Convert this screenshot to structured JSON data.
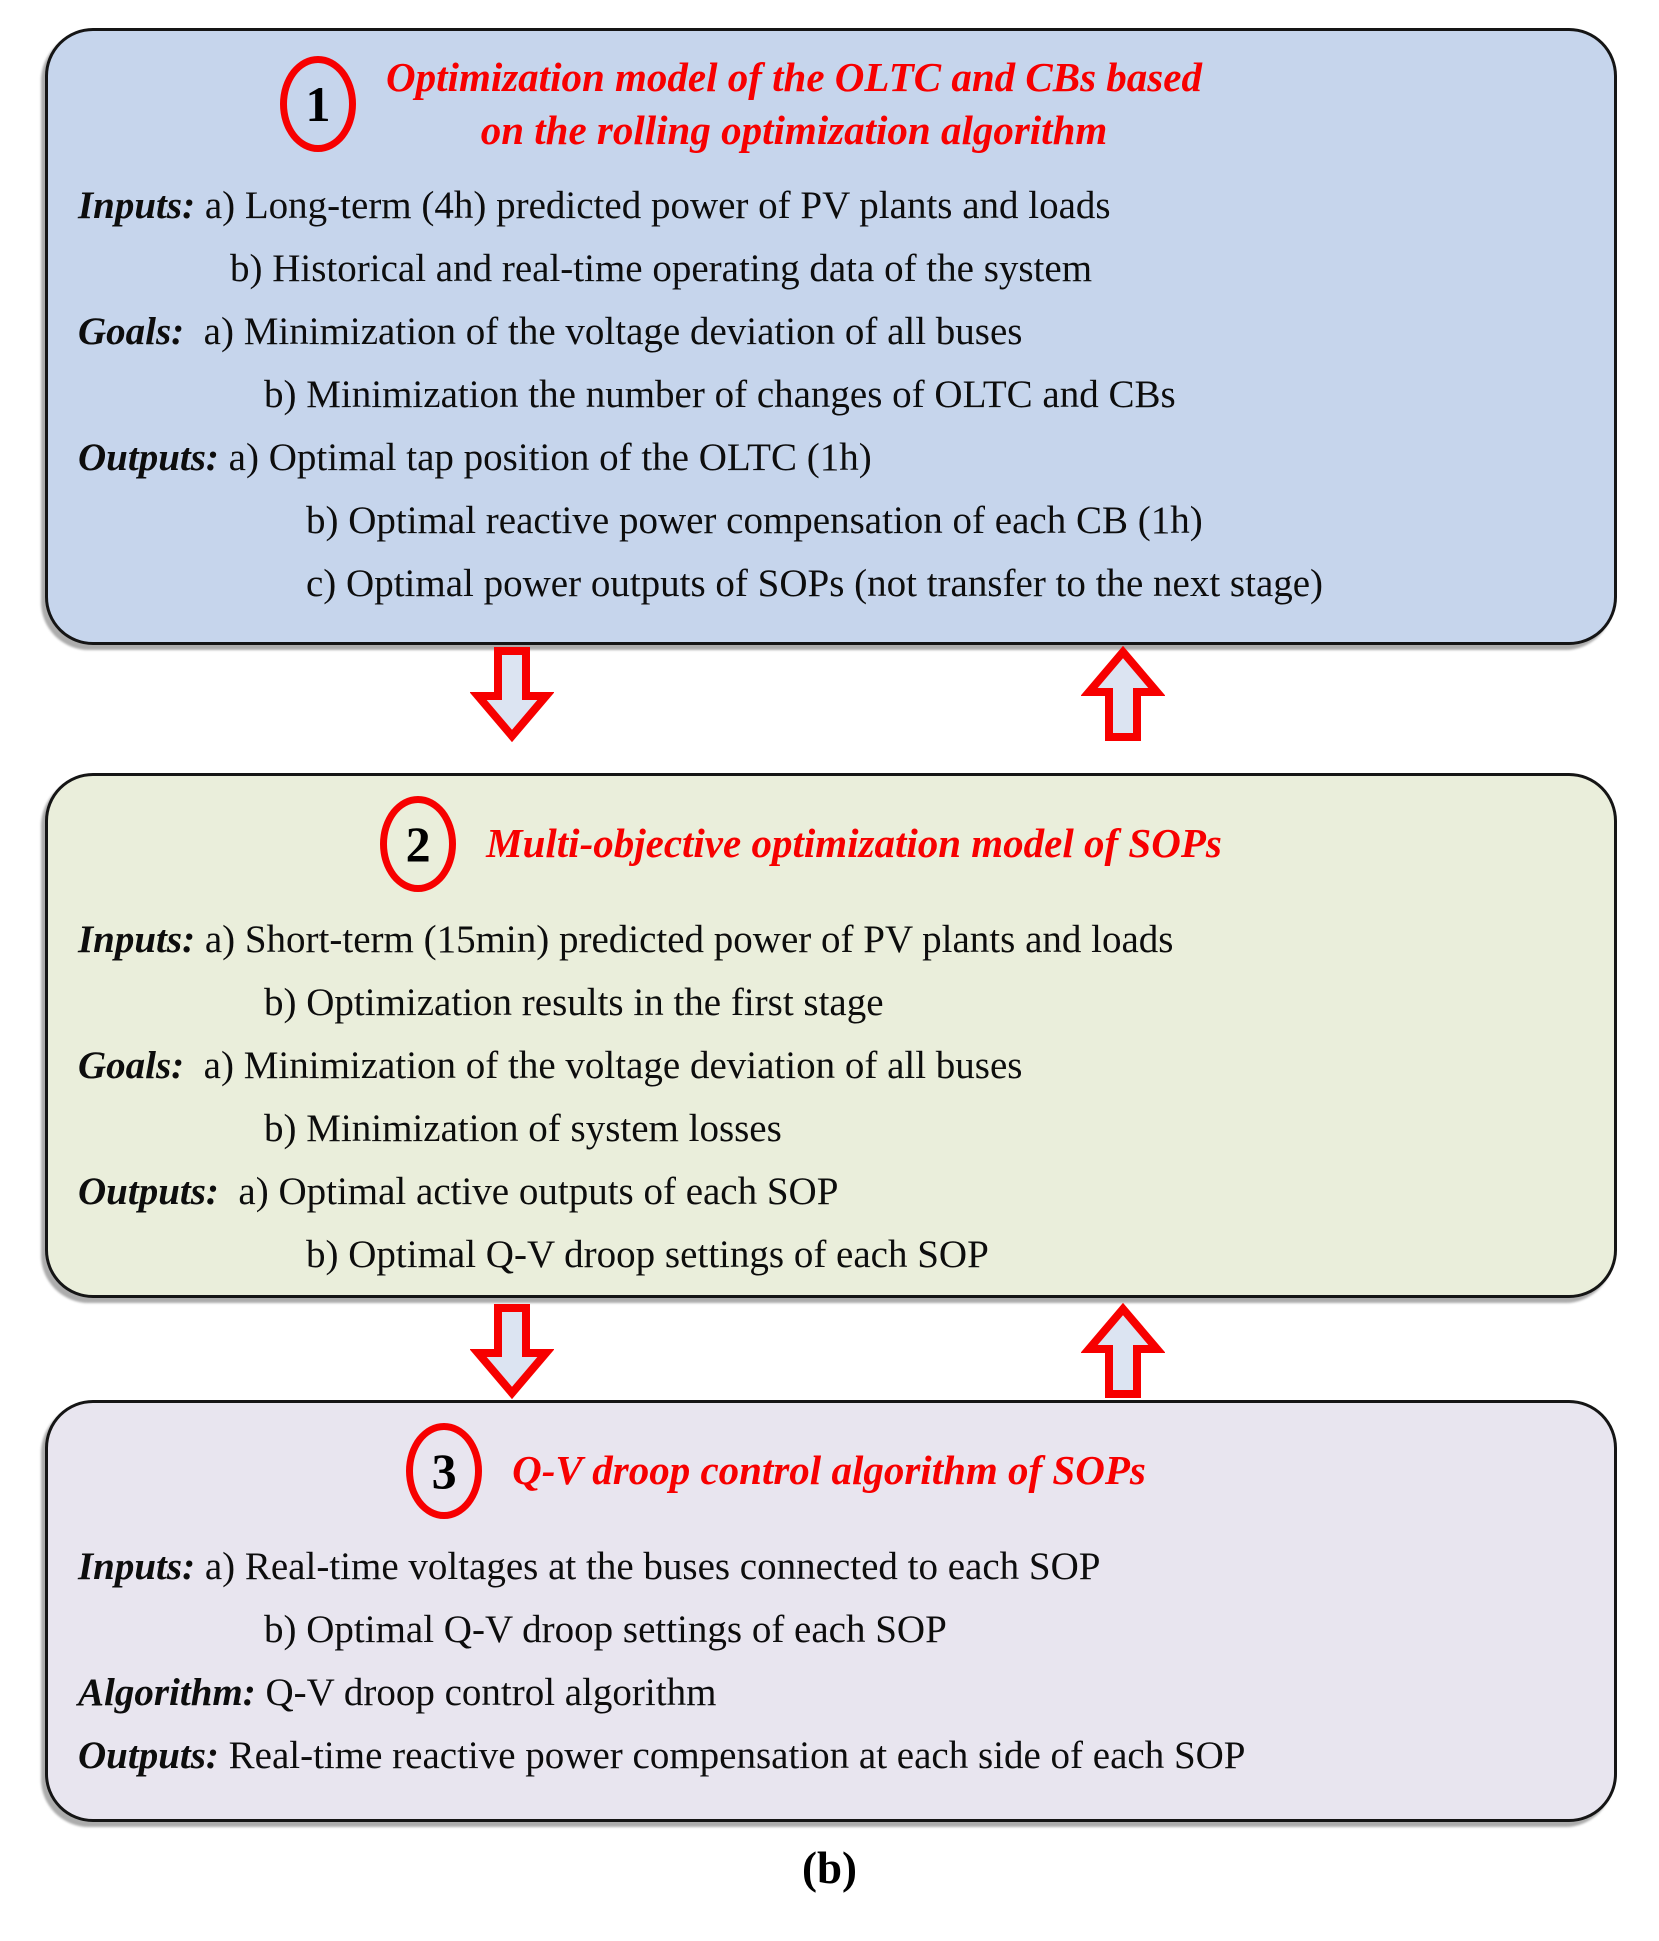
{
  "figure": {
    "caption": "(b)",
    "colors": {
      "stage1_bg": "#c6d5ec",
      "stage2_bg": "#eaeedb",
      "stage3_bg": "#e8e5ef",
      "arrow_fill": "#dce4f2",
      "accent_red": "#f70000",
      "border": "#151515",
      "text": "#0d0d0d"
    },
    "icons": {
      "down_arrow": "block-arrow-down",
      "up_arrow": "block-arrow-up"
    },
    "stages": [
      {
        "number": "1",
        "title_lines": [
          "Optimization model of the OLTC and CBs based",
          "on the rolling optimization algorithm"
        ],
        "lines": [
          {
            "label": "Inputs:",
            "text": " a) Long-term (4h) predicted power of PV plants and loads"
          },
          {
            "text": "b) Historical and real-time operating data of the system"
          },
          {
            "label": "Goals:",
            "text": "  a) Minimization of the voltage deviation of all buses"
          },
          {
            "text": "b) Minimization the number of changes of OLTC and CBs"
          },
          {
            "label": "Outputs:",
            "text": " a) Optimal tap position of the OLTC (1h)"
          },
          {
            "text": "b) Optimal reactive power compensation of each CB (1h)"
          },
          {
            "text": "c) Optimal power outputs of SOPs (not transfer to the next stage)"
          }
        ]
      },
      {
        "number": "2",
        "title_lines": [
          "Multi-objective optimization model of SOPs"
        ],
        "lines": [
          {
            "label": "Inputs:",
            "text": " a) Short-term (15min) predicted power of PV plants and loads"
          },
          {
            "text": "b) Optimization results in the first stage"
          },
          {
            "label": "Goals:",
            "text": "  a) Minimization of the voltage deviation of all buses"
          },
          {
            "text": "b) Minimization of system losses"
          },
          {
            "label": "Outputs:",
            "text": "  a) Optimal active outputs of each SOP"
          },
          {
            "text": "b) Optimal Q-V droop settings of each SOP"
          }
        ]
      },
      {
        "number": "3",
        "title_lines": [
          "Q-V droop control algorithm of SOPs"
        ],
        "lines": [
          {
            "label": "Inputs:",
            "text": " a) Real-time voltages at the buses connected to each SOP"
          },
          {
            "text": "b) Optimal Q-V droop settings of each SOP"
          },
          {
            "label": "Algorithm:",
            "text": " Q-V droop control algorithm"
          },
          {
            "label": "Outputs:",
            "text": " Real-time reactive power compensation at each side of each SOP"
          }
        ]
      }
    ]
  }
}
